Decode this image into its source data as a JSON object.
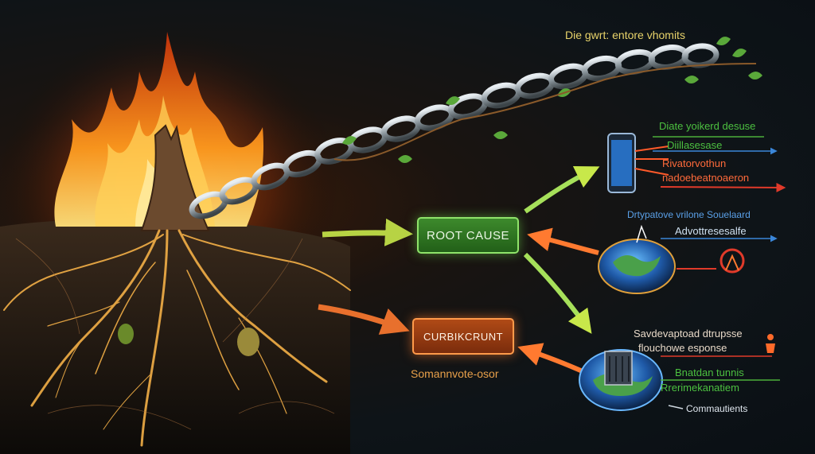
{
  "diagram": {
    "top_caption": "Die gwrt: entore vhomits",
    "root_cause_label": "ROOT CAUSE",
    "sub_cause_label": "CURBIKCRUNT",
    "sub_caption": "Somannvote-osor",
    "branches": {
      "device": {
        "line1": "Diate yoikerd desuse",
        "line2": "Diillasesase",
        "line3": "Rivatorvothun",
        "line4": "nadoebeatnoaeron"
      },
      "globe_top": {
        "heading": "Drtypatove vrilone Souelaard",
        "line1": "Advottresesalfe"
      },
      "globe_bottom": {
        "line1": "Savdevaptoad dtrupsse",
        "line2": "flouchowe esponse",
        "line3": "Bnatdan tunnis",
        "line4": "Rrerimekanatiem",
        "line5": "Commautients"
      }
    },
    "colors": {
      "root_green": "#4caf3a",
      "sub_orange": "#e5631e",
      "line_blue": "#3a86d8",
      "line_red": "#e03a2a",
      "caption_yellow": "#e8d36a"
    }
  }
}
